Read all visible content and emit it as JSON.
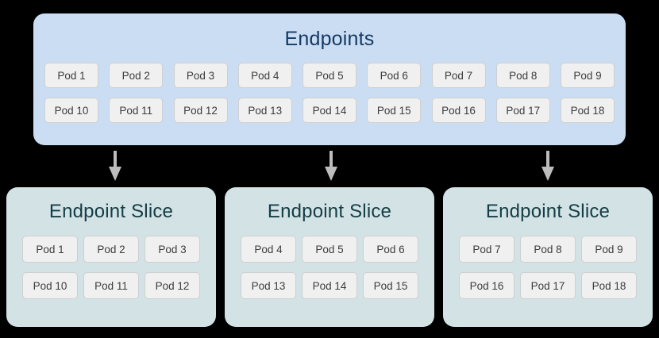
{
  "diagram": {
    "background_color": "#000000",
    "endpoints": {
      "title": "Endpoints",
      "box_color": "#cbddf2",
      "title_color": "#143a63",
      "rows": [
        [
          "Pod 1",
          "Pod 2",
          "Pod 3",
          "Pod 4",
          "Pod 5",
          "Pod 6",
          "Pod 7",
          "Pod 8",
          "Pod 9"
        ],
        [
          "Pod 10",
          "Pod 11",
          "Pod 12",
          "Pod 13",
          "Pod 14",
          "Pod 15",
          "Pod 16",
          "Pod 17",
          "Pod 18"
        ]
      ]
    },
    "arrows": {
      "color": "#bdbdbd",
      "count": 3,
      "direction": "down"
    },
    "slices": [
      {
        "title": "Endpoint Slice",
        "box_color": "#d3e2e5",
        "title_color": "#143d45",
        "rows": [
          [
            "Pod 1",
            "Pod 2",
            "Pod 3"
          ],
          [
            "Pod 10",
            "Pod 11",
            "Pod 12"
          ]
        ]
      },
      {
        "title": "Endpoint Slice",
        "box_color": "#d3e2e5",
        "title_color": "#143d45",
        "rows": [
          [
            "Pod 4",
            "Pod 5",
            "Pod 6"
          ],
          [
            "Pod 13",
            "Pod 14",
            "Pod 15"
          ]
        ]
      },
      {
        "title": "Endpoint Slice",
        "box_color": "#d3e2e5",
        "title_color": "#143d45",
        "rows": [
          [
            "Pod 7",
            "Pod 8",
            "Pod 9"
          ],
          [
            "Pod 16",
            "Pod 17",
            "Pod 18"
          ]
        ]
      }
    ]
  }
}
